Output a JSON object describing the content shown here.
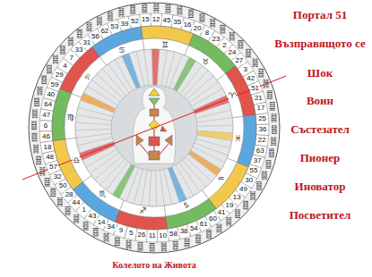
{
  "diagram": {
    "title": "Портал 51",
    "caption": "Колелото на Живота",
    "labels": [
      "41",
      "19",
      "13",
      "49",
      "30",
      "55",
      "37",
      "63",
      "22",
      "36",
      "25",
      "17",
      "21",
      "51",
      "42",
      "3",
      "27",
      "24",
      "2",
      "23",
      "8",
      "20",
      "16",
      "35",
      "45",
      "12",
      "15",
      "52",
      "39",
      "53",
      "62",
      "56",
      "31",
      "33",
      "7",
      "4",
      "29",
      "59",
      "40",
      "64",
      "47",
      "6",
      "46",
      "18",
      "48",
      "57",
      "32",
      "50",
      "28",
      "44",
      "1",
      "43",
      "14",
      "34",
      "9",
      "5",
      "26",
      "11",
      "10",
      "58",
      "38",
      "54",
      "61",
      "60",
      "♒",
      "♓",
      "♈",
      "♉",
      "♊",
      "♋",
      "♌",
      "♍",
      "♎",
      "♏",
      "♐",
      "♑",
      "Възправящото се",
      "Шок",
      "Воин",
      "Състезател",
      "Пионер",
      "Иноватор",
      "Посветител"
    ]
  }
}
